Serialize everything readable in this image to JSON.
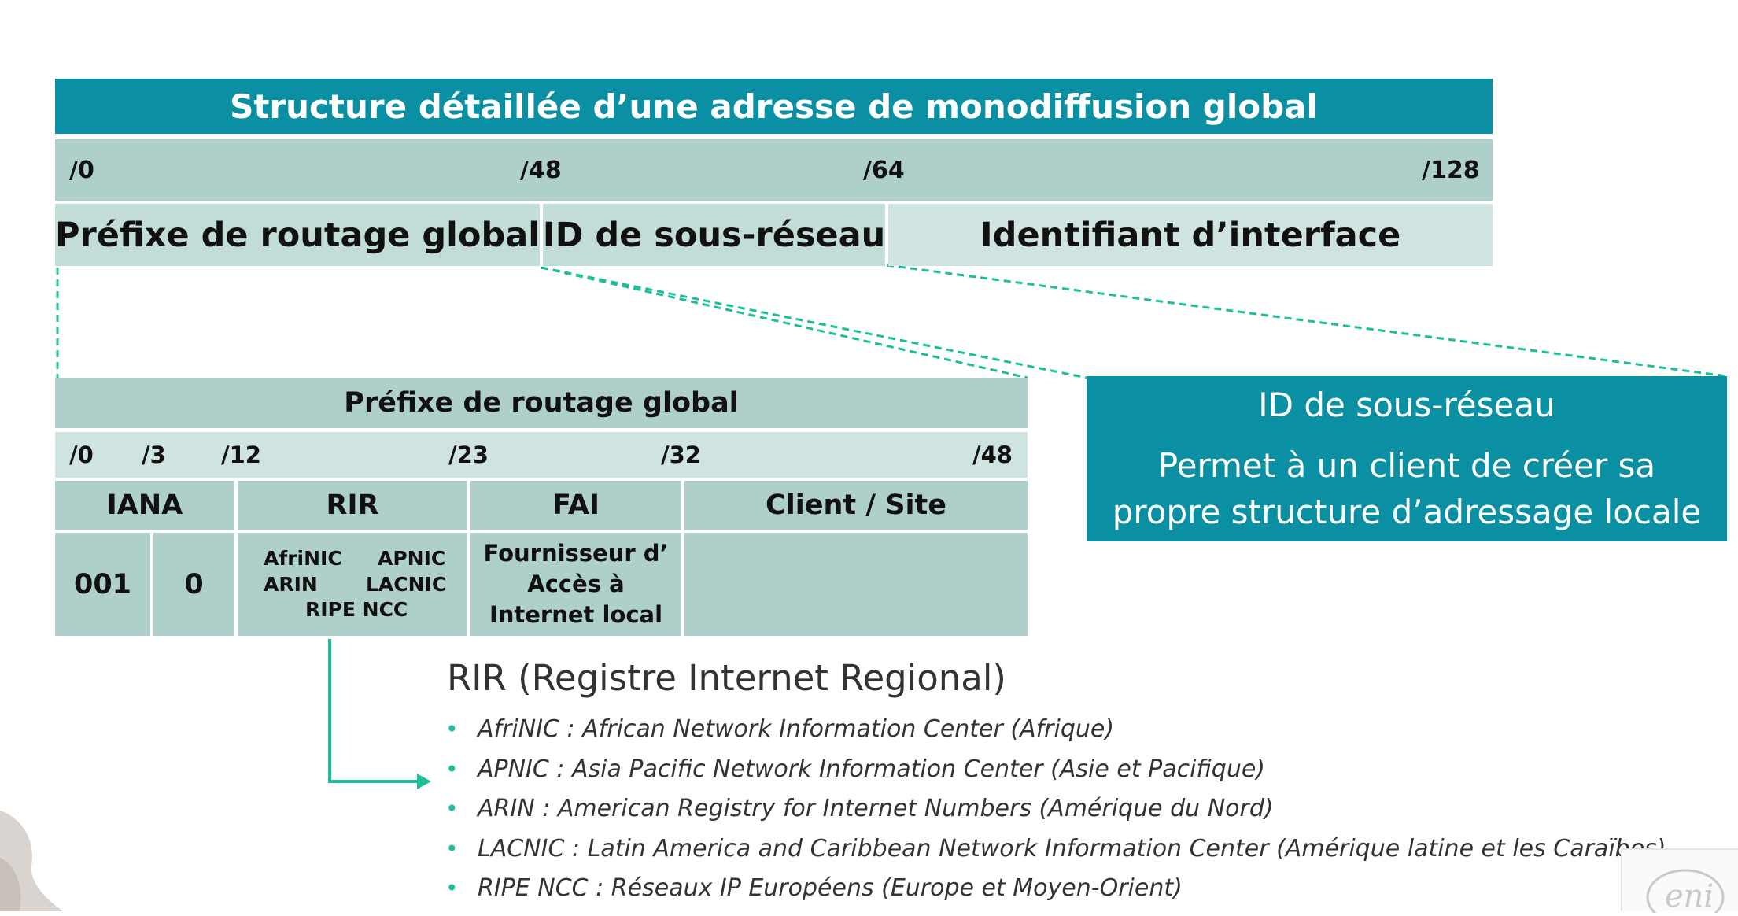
{
  "title": "Structure détaillée d’une adresse de monodiffusion global",
  "address_ticks": [
    "/0",
    "/48",
    "/64",
    "/128"
  ],
  "segments": {
    "routing_prefix": "Préfixe de routage global",
    "subnet_id": "ID de sous-réseau",
    "interface_id": "Identifiant d’interface"
  },
  "routing_prefix_detail": {
    "title": "Préfixe de routage global",
    "ticks": [
      "/0",
      "/3",
      "/12",
      "/23",
      "/32",
      "/48"
    ],
    "headers": {
      "iana": "IANA",
      "rir": "RIR",
      "fai": "FAI",
      "client": "Client / Site"
    },
    "iana_values": [
      "001",
      "0"
    ],
    "rir_names": [
      "AfriNIC",
      "APNIC",
      "ARIN",
      "LACNIC",
      "RIPE NCC"
    ],
    "fai_lines": [
      "Fournisseur d’",
      "Accès à",
      "Internet local"
    ],
    "client_value": ""
  },
  "subnet_callout": {
    "title": "ID de sous-réseau",
    "line1": "Permet à un client de créer sa",
    "line2": "propre structure d’adressage locale"
  },
  "rir_section": {
    "heading": "RIR (Registre Internet Regional)",
    "items": [
      "AfriNIC : African Network Information Center (Afrique)",
      "APNIC : Asia Pacific Network Information Center (Asie et Pacifique)",
      "ARIN : American Registry for Internet Numbers (Amérique du Nord)",
      "LACNIC : Latin America and Caribbean Network Information Center (Amérique latine et les Caraïbes)",
      "RIPE NCC : Réseaux IP Européens (Europe et Moyen-Orient)"
    ]
  },
  "colors": {
    "teal_dark": "#0a8fa3",
    "teal_light": "#aecfca",
    "teal_pale": "#cfe4e0",
    "connector": "#1dbf9a"
  },
  "logo_text": "eni"
}
